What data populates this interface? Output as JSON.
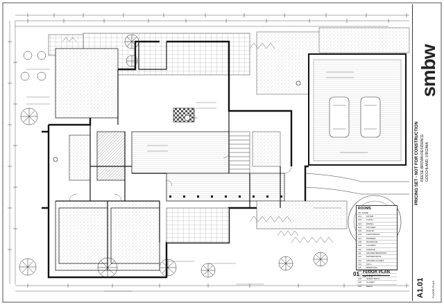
{
  "firm": {
    "logo_text": "smbw"
  },
  "project": {
    "pricing_note": "PRICING SET - NOT FOR CONSTRUCTION",
    "name": "REESE-BROWN RESIDENCE",
    "location": "GOOCHLAND, VIRGINIA"
  },
  "sheet": {
    "number": "A1.01",
    "label": "FLOOR PLAN"
  },
  "drawing": {
    "number": "01",
    "title": "FLOOR PLAN",
    "scale": "1/8\" = 1'-0\""
  },
  "rooms": {
    "title": "ROOMS",
    "header": "NO.   NAME",
    "items": [
      {
        "no": "101",
        "name": "FOYER"
      },
      {
        "no": "102",
        "name": "LIVING"
      },
      {
        "no": "103",
        "name": "DINING"
      },
      {
        "no": "104",
        "name": "KITCHEN"
      },
      {
        "no": "105",
        "name": "PANTRY"
      },
      {
        "no": "106",
        "name": "FLEX/OFFICE"
      },
      {
        "no": "107",
        "name": "POWDER"
      },
      {
        "no": "108",
        "name": "MUDROOM"
      },
      {
        "no": "109",
        "name": "LAUNDRY"
      },
      {
        "no": "110",
        "name": "GARAGE"
      },
      {
        "no": "111",
        "name": "MASTER BEDROOM"
      },
      {
        "no": "112",
        "name": "MASTER BATH"
      },
      {
        "no": "113",
        "name": "MASTER CLOSET"
      },
      {
        "no": "114",
        "name": "HALL"
      },
      {
        "no": "115",
        "name": "BEDROOM"
      },
      {
        "no": "116",
        "name": "BATH"
      },
      {
        "no": "117",
        "name": "GUEST ROOM"
      },
      {
        "no": "118",
        "name": "GUEST BATH"
      },
      {
        "no": "119",
        "name": "CLOSET"
      },
      {
        "no": "120",
        "name": "MECH"
      }
    ]
  }
}
